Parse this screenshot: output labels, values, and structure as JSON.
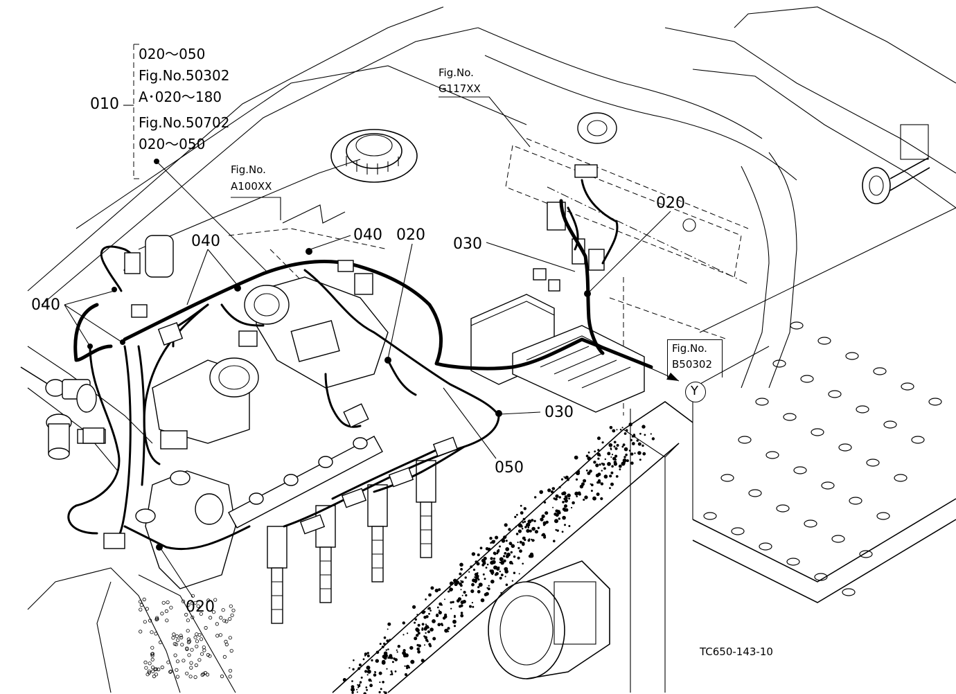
{
  "callouts": {
    "c010": "010",
    "c040_top": "040",
    "c040_left": "040",
    "c040_mid": "040",
    "c020_mid": "020",
    "c020_right": "020",
    "c030_left": "030",
    "c030_right": "030",
    "c050": "050",
    "c020_bottom": "020"
  },
  "reference_box": {
    "line1": "020～050",
    "line2": "Fig.No.50302",
    "line3": "A･020～180",
    "line4": "Fig.No.50702",
    "line5": "020～050"
  },
  "fig_refs": {
    "a100_label": "Fig.No.",
    "a100_code": "A100XX",
    "g117_label": "Fig.No.",
    "g117_code": "G117XX",
    "b503_label": "Fig.No.",
    "b503_code": "B50302",
    "connector_mark": "Y"
  },
  "drawing_code": "TC650-143-10"
}
